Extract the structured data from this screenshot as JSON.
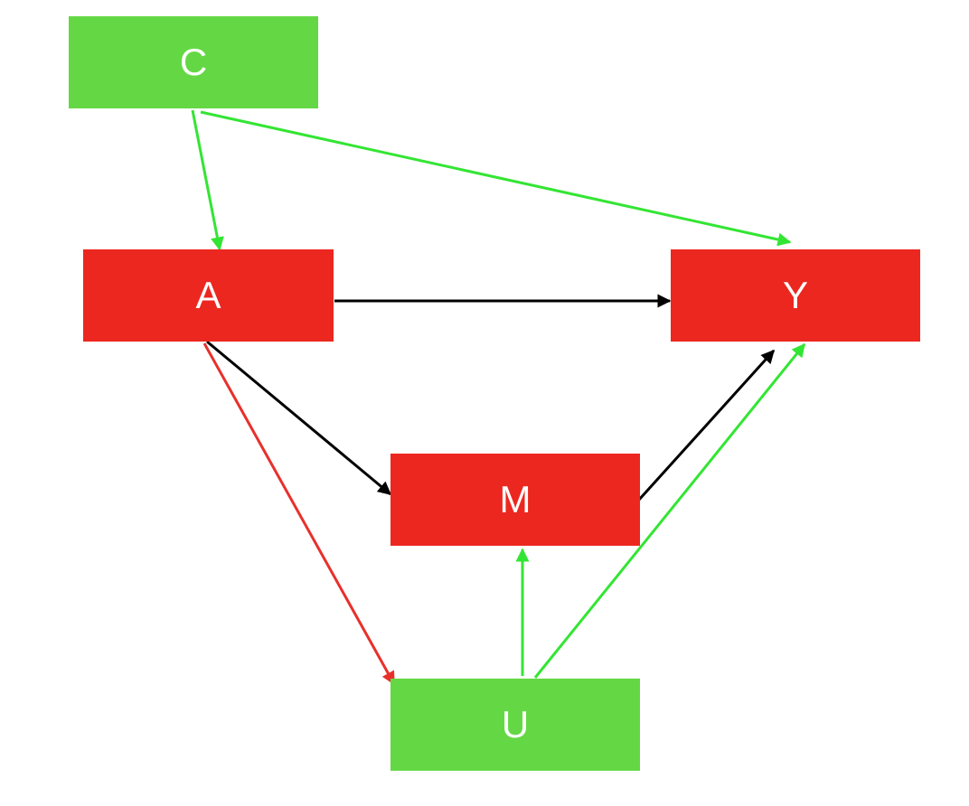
{
  "colors": {
    "observed_node": "#ec2720",
    "unobserved_node": "#64d844",
    "causal_edge": "#000000",
    "confounding_edge": "#33e533",
    "induced_edge": "#e8302b"
  },
  "nodes": {
    "c": {
      "label": "C",
      "kind": "unobserved_node"
    },
    "a": {
      "label": "A",
      "kind": "observed_node"
    },
    "y": {
      "label": "Y",
      "kind": "observed_node"
    },
    "m": {
      "label": "M",
      "kind": "observed_node"
    },
    "u": {
      "label": "U",
      "kind": "unobserved_node"
    }
  },
  "edges": [
    {
      "from": "C",
      "to": "A",
      "kind": "confounding_edge"
    },
    {
      "from": "C",
      "to": "Y",
      "kind": "confounding_edge"
    },
    {
      "from": "A",
      "to": "Y",
      "kind": "causal_edge"
    },
    {
      "from": "A",
      "to": "M",
      "kind": "causal_edge"
    },
    {
      "from": "A",
      "to": "U",
      "kind": "induced_edge"
    },
    {
      "from": "M",
      "to": "Y",
      "kind": "causal_edge"
    },
    {
      "from": "U",
      "to": "M",
      "kind": "confounding_edge"
    },
    {
      "from": "U",
      "to": "Y",
      "kind": "confounding_edge"
    }
  ]
}
